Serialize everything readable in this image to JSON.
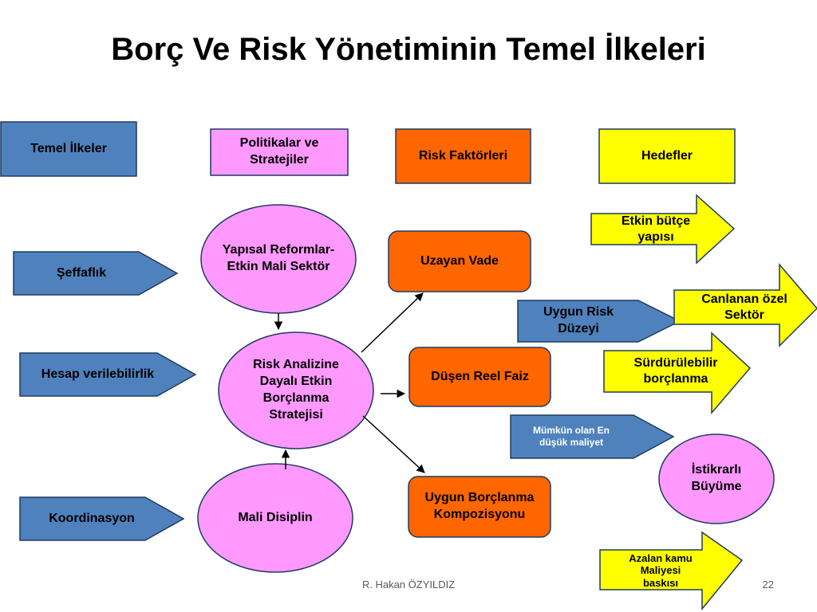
{
  "slide": {
    "title": "Borç Ve Risk Yönetiminin Temel İlkeleri",
    "author": "R. Hakan ÖZYILDIZ",
    "page_number": "22"
  },
  "colors": {
    "blue": "#4F81BD",
    "pink": "#FF99FF",
    "orange": "#FF6600",
    "yellow": "#FFFF00"
  },
  "headers": {
    "temel_ilkeler": "Temel İlkeler",
    "politikalar": "Politikalar ve Stratejiler",
    "risk_faktorleri": "Risk Faktörleri",
    "hedefler": "Hedefler"
  },
  "principles": [
    "Şeffaflık",
    "Hesap verilebilirlik",
    "Koordinasyon"
  ],
  "strategies": {
    "yapisal": "Yapısal Reformlar- Etkin Mali Sektör",
    "risk_analizi": "Risk Analizine Dayalı Etkin Borçlanma Stratejisi",
    "mali_disiplin": "Mali Disiplin"
  },
  "risk_factors": [
    "Uzayan Vade",
    "Düşen Reel Faiz",
    "Uygun Borçlanma Kompozisyonu"
  ],
  "mid_arrows": [
    "Uygun Risk Düzeyi",
    "Mümkün olan En düşük maliyet"
  ],
  "goals": {
    "etkin_butce": "Etkin bütçe yapısı",
    "canlanan": "Canlanan özel Sektör",
    "surdurulebilir": "Sürdürülebilir borçlanma",
    "istikrarli": "İstikrarlı Büyüme",
    "azalan": "Azalan kamu Maliyesi baskısı"
  }
}
